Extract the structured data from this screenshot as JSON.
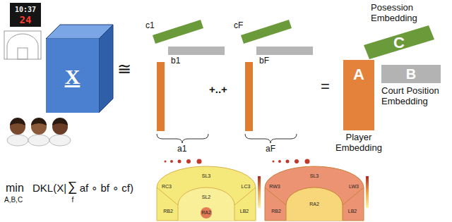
{
  "diagram": {
    "nodes": [
      {
        "text": [
          "10:37",
          "24"
        ]
      },
      {
        "text": [
          "X"
        ]
      },
      {
        "text": [
          "Posession Embedding",
          "C"
        ]
      },
      {
        "text": [
          "B",
          "Court Position Embedding"
        ]
      },
      {
        "text": [
          "A",
          "Player Embedding"
        ]
      }
    ],
    "labels": [
      "≅",
      "c1",
      "b1",
      "a1",
      "+..+",
      "cF",
      "bF",
      "aF",
      "=",
      "min",
      "A,B,C",
      "DKL(X|",
      "∑",
      "f",
      "af ∘ bf ∘ cf)",
      "RC3",
      "SL3",
      "LC3",
      "SL2",
      "RB2",
      "LB2",
      "RA2",
      "RW3",
      "SL3",
      "LW3",
      "RB2",
      "LB2",
      "RA2"
    ]
  }
}
